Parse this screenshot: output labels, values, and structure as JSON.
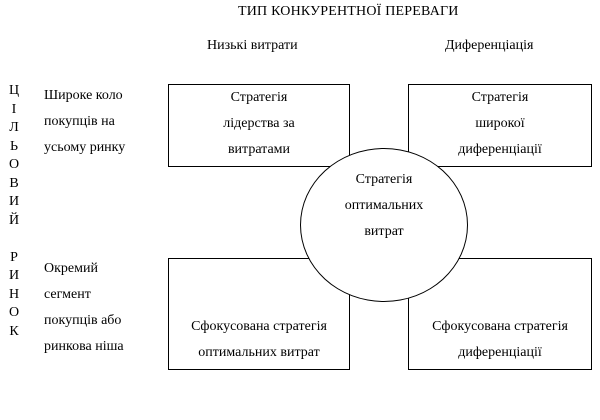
{
  "title": "ТИП КОНКУРЕНТНОЇ ПЕРЕВАГИ",
  "columns": {
    "low_cost": "Низькі витрати",
    "differentiation": "Диференціація"
  },
  "vertical_label": [
    "Ц",
    "І",
    "Л",
    "Ь",
    "О",
    "В",
    "И",
    "Й",
    "",
    "Р",
    "И",
    "Н",
    "О",
    "К"
  ],
  "rows": {
    "broad": [
      "Широке коло",
      "покупців на",
      "усьому ринку"
    ],
    "narrow": [
      "Окремий",
      "сегмент",
      "покупців або",
      "ринкова ніша"
    ]
  },
  "boxes": {
    "cost_leadership": [
      "Стратегія",
      "лідерства за",
      "витратами"
    ],
    "broad_differentiation": [
      "Стратегія",
      "широкої",
      "диференціації"
    ],
    "focused_cost": [
      "Сфокусована стратегія",
      "оптимальних витрат"
    ],
    "focused_differentiation": [
      "Сфокусована стратегія",
      "диференціації"
    ]
  },
  "circle": [
    "Стратегія",
    "оптимальних",
    "витрат"
  ]
}
